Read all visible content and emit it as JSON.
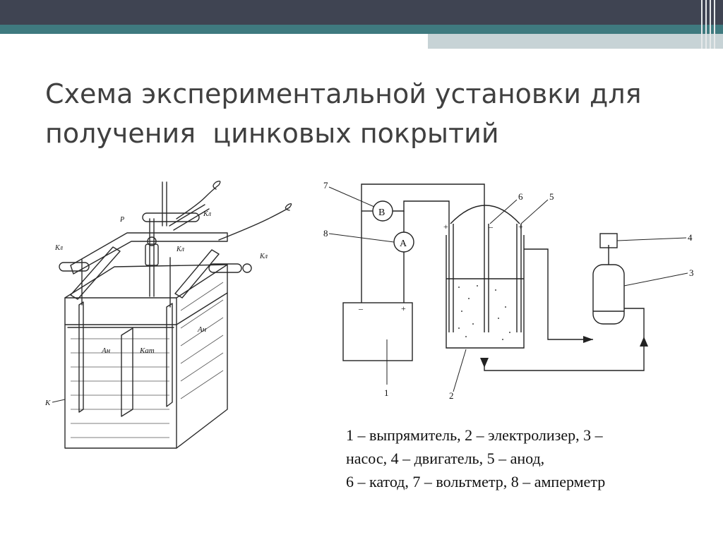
{
  "title": {
    "line1": "Схема экспериментальной установки для",
    "line2": "получения  цинковых покрытий"
  },
  "colors": {
    "topbar": "#3f4452",
    "teal": "#3f7a7f",
    "accent": "#c7d3d6",
    "title_text": "#404040"
  },
  "left_figure": {
    "labels": {
      "p": "Р",
      "kl_top": "Кл",
      "kl_left": "Кл",
      "kl_center": "Кл",
      "kl_right": "Кл",
      "an_left": "Ан",
      "kat": "Кат",
      "an_right": "Ан",
      "k": "К"
    }
  },
  "circuit": {
    "voltmeter": "В",
    "ammeter": "А",
    "minus": "–",
    "plus": "+",
    "callouts": [
      "1",
      "2",
      "3",
      "4",
      "5",
      "6",
      "7",
      "8"
    ]
  },
  "legend": {
    "line1": "1 – выпрямитель, 2 – электролизер, 3 –",
    "line2": "насос, 4 – двигатель, 5 – анод,",
    "line3": "6 – катод, 7 – вольтметр, 8 – амперметр"
  }
}
